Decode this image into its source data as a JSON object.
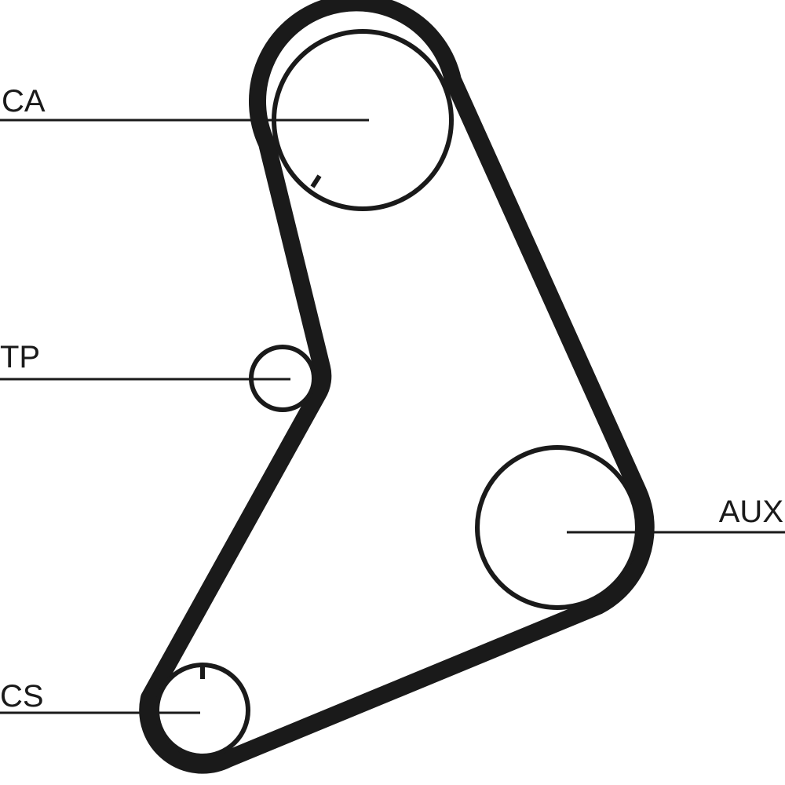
{
  "diagram": {
    "type": "timing-belt-layout",
    "colors": {
      "belt": "#1a1a1a",
      "line": "#1a1a1a",
      "background": "#ffffff"
    },
    "labels": {
      "ca": "CA",
      "tp": "TP",
      "aux": "AUX",
      "cs": "CS"
    }
  }
}
